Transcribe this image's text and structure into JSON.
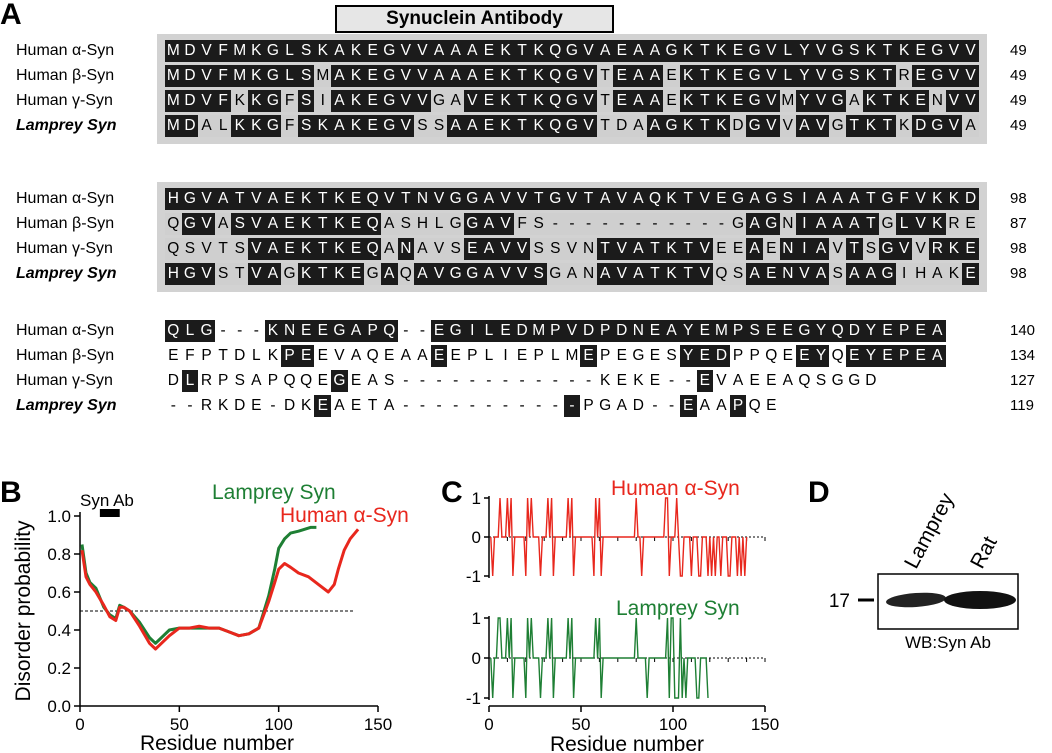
{
  "panels": {
    "a": "A",
    "b": "B",
    "c": "C",
    "d": "D"
  },
  "antibody_label": "Synuclein Antibody",
  "alignment": {
    "blocks": [
      {
        "rows": [
          {
            "label": "Human α-Syn",
            "bold": false,
            "seq": "MDVFMKGLSKAKEGVVAAAEKTKQGVAEAAGKTKEGVLYVGSKTKEGVV",
            "shade": "bbbbbbbbbbbbbbbbbbbbbbbbbbbbbbbbbbbbbbbbbbbbbbbbb",
            "count": "49"
          },
          {
            "label": "Human β-Syn",
            "bold": false,
            "seq": "MDVFMKGLSMAKEGVVAAAEKTKQGVTEAAEKTKEGVLYVGSKTREGVV",
            "shade": "bbbbbbbbbgbbbbbbbbbbbbbbbbgbbbgbbbbbbbbbbbbbgbbbb",
            "count": "49"
          },
          {
            "label": "Human γ-Syn",
            "bold": false,
            "seq": "MDVFKKGFSIAKEGVVGAVEKTKQGVTEAAEKTKEGVMYVGAKTKENVV",
            "shade": "bbbbgbbgbgbbbbbbggbbbbbbbbgbbbgbbbbbbgbbbgbbbbgbb",
            "count": "49"
          },
          {
            "label": "Lamprey Syn",
            "bold": true,
            "seq": "MDALKKGFSKAKEGVSSAAEKTKQGVTDAAGKTKDGVVAVGTKTKDGVA",
            "shade": "bbggbbbgbbbbbbbggbbbbbbbbbgggbbbbbgbbgbbgbbbgbbbg",
            "count": "49"
          }
        ]
      },
      {
        "rows": [
          {
            "label": "Human α-Syn",
            "bold": false,
            "seq": "HGVATVAEKTKEQVTNVGGAVVTGVTAVAQKTVEGAGSIAAATGFVKKD",
            "shade": "bbbbbbbbbbbbbbbbbbbbbbbbbbbbbbbbbbbbbbbbbbbbbbbbb",
            "count": "98"
          },
          {
            "label": "Human β-Syn",
            "bold": false,
            "seq": "QGVASVAEKTKEQASHLGGAVFS-----------GAGNIAAATGLVKRE",
            "shade": "gbbgbbbbbbbbbgggggbbbggggggggggggggbbgbbbbbgbbbgg",
            "count": "87"
          },
          {
            "label": "Human γ-Syn",
            "bold": false,
            "seq": "QSVTSVAEKTKEQANAVSEAVVSSVNTVATKTVEEAENIAVTSGVVRKE",
            "shade": "gggggbbbbbbbbgbgggbbbbggggbbbbbbbggbgbbbgbgbbgbbb",
            "count": "98"
          },
          {
            "label": "Lamprey Syn",
            "bold": true,
            "seq": "HGVSTVAGKTKEGAQAVGGAVVSGANAVATKTVQSAENVASAAGIHAKE",
            "shade": "bbbggbbgbbbbgbgbbbbbbbbgggbbbbbbbggbbbbbgbbbggggb",
            "count": "98"
          }
        ]
      },
      {
        "rows": [
          {
            "label": "Human α-Syn",
            "bold": false,
            "seq": "QLG---KNEEGAPQ--EGILEDMPVDPDNEAYEMPSEEGYQDYEPEA",
            "shade": "bbbtttbbbbbbbbttbbbbbbbbbbbbbbbbbbbbbbbbbbbbbbb",
            "count": "140"
          },
          {
            "label": "Human β-Syn",
            "bold": false,
            "seq": "EFPTDLKPEEVAQEAAEEPLIEPLMEPEGESYEDPPQEEYQEYEPEA",
            "shade": "tttttttbbtttttttbttttttttbtttttbbbttttbbtbbbbbb",
            "count": "134"
          },
          {
            "label": "Human γ-Syn",
            "bold": false,
            "seq": "DLRPSAPQQEGEAS------------KEKE--EVAEEAQSGGD",
            "shade": "tbttttttttbtttttttttttttttttttttbtttttttttt",
            "count": "127"
          },
          {
            "label": "Lamprey Syn",
            "bold": true,
            "seq": "--RKDE-DKEAETA-----------PGAD--EAAPQE",
            "shade": "tttttttttbttttttttttttttbttttttbttbtt",
            "count": "119"
          }
        ]
      }
    ]
  },
  "chart_data": [
    {
      "type": "line",
      "panel": "B",
      "xlabel": "Residue number",
      "ylabel": "Disorder probability",
      "xlim": [
        0,
        150
      ],
      "ylim": [
        0,
        1.0
      ],
      "xticks": [
        "0",
        "50",
        "100",
        "150"
      ],
      "yticks": [
        "0.0",
        "0.2",
        "0.4",
        "0.6",
        "0.8",
        "1.0"
      ],
      "threshold": 0.5,
      "annotation": "Syn Ab",
      "annotation_range": [
        10,
        20
      ],
      "series": [
        {
          "name": "Lamprey Syn",
          "color": "#1e7f34",
          "x": [
            1,
            3,
            5,
            8,
            12,
            15,
            18,
            20,
            22,
            25,
            30,
            35,
            38,
            40,
            45,
            50,
            55,
            60,
            65,
            70,
            75,
            80,
            85,
            90,
            95,
            98,
            100,
            103,
            106,
            110,
            113,
            116,
            119
          ],
          "y": [
            0.85,
            0.7,
            0.65,
            0.62,
            0.52,
            0.48,
            0.46,
            0.53,
            0.52,
            0.5,
            0.44,
            0.36,
            0.33,
            0.35,
            0.4,
            0.41,
            0.41,
            0.41,
            0.41,
            0.41,
            0.39,
            0.37,
            0.38,
            0.41,
            0.58,
            0.72,
            0.83,
            0.88,
            0.91,
            0.92,
            0.93,
            0.94,
            0.94
          ]
        },
        {
          "name": "Human α-Syn",
          "color": "#e8271d",
          "x": [
            1,
            3,
            5,
            8,
            12,
            15,
            18,
            20,
            22,
            25,
            30,
            35,
            38,
            40,
            45,
            50,
            55,
            60,
            65,
            70,
            75,
            80,
            85,
            90,
            95,
            98,
            100,
            103,
            106,
            110,
            115,
            120,
            125,
            128,
            130,
            133,
            136,
            140
          ],
          "y": [
            0.82,
            0.68,
            0.64,
            0.6,
            0.53,
            0.47,
            0.45,
            0.52,
            0.52,
            0.5,
            0.42,
            0.33,
            0.3,
            0.32,
            0.37,
            0.41,
            0.41,
            0.42,
            0.41,
            0.41,
            0.39,
            0.37,
            0.38,
            0.41,
            0.55,
            0.65,
            0.72,
            0.75,
            0.73,
            0.7,
            0.68,
            0.64,
            0.6,
            0.64,
            0.72,
            0.82,
            0.88,
            0.93
          ]
        }
      ]
    },
    {
      "type": "line",
      "panel": "C",
      "xlabel": "Residue number",
      "xlim": [
        0,
        150
      ],
      "xticks": [
        "0",
        "50",
        "100",
        "150"
      ],
      "yticks": [
        "1",
        "0",
        "-1"
      ],
      "series": [
        {
          "name": "Human α-Syn",
          "color": "#e8271d",
          "seq": "MDVFMKGLSKAKEGVVAAAEKTKQGVAEAAGKTKEGVLYVGSKTKEGVVHGVATVAEKTKEQVTNVGGAVVTGVTAVAQKTVEGAGSIAAATGFVKKDQLGKNEEGAPQEGILEDMPVDPDNEAYEMPSEEGYQDYEPEA"
        },
        {
          "name": "Lamprey Syn",
          "color": "#1e7f34",
          "seq": "MDALKKGFSKAKEGVSSAAEKTKQGVTDAAGKTKDGVVAVGTKTKDGVAHGVSTVAGKTKEGAQAVGGAVVSGANAVATKTVQSAENVASAAGIHAKERKDEDKEAETAPGADEAAPQE"
        }
      ]
    }
  ],
  "western_blot": {
    "lanes": [
      "Lamprey",
      "Rat"
    ],
    "marker": "17",
    "caption": "WB:Syn Ab"
  }
}
